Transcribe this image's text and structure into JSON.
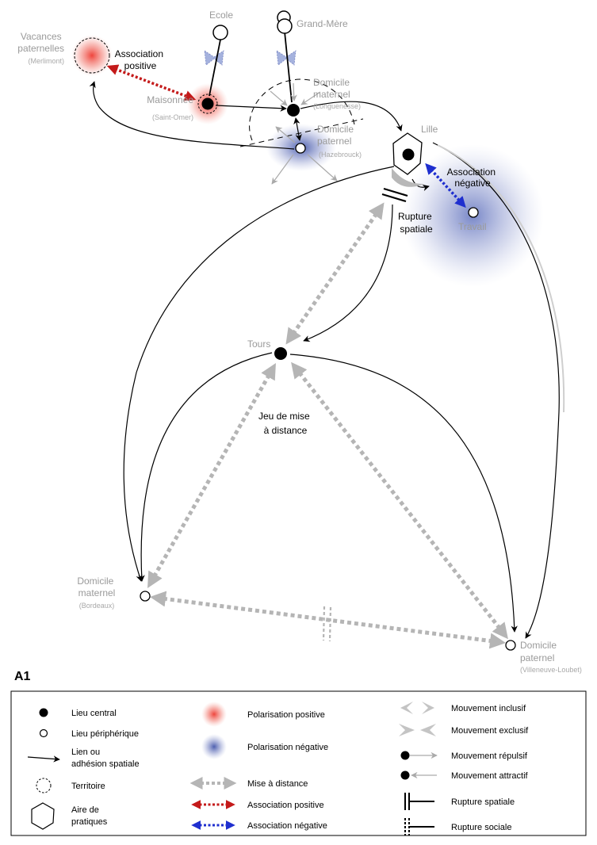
{
  "panel_label": "A1",
  "places": {
    "ecole": "Ecole",
    "grand_mere": "Grand-Mère",
    "vacances": [
      "Vacances",
      "paternelles"
    ],
    "vacances_sub": "(Merlimont)",
    "maisonnee": "Maisonnée",
    "maisonnee_sub": "(Saint-Omer)",
    "dom_mat_nord": [
      "Domicile",
      "maternel"
    ],
    "dom_mat_nord_sub": "(Longuenesse)",
    "dom_pat_nord": [
      "Domicile",
      "paternel"
    ],
    "dom_pat_nord_sub": "(Hazebrouck)",
    "lille": "Lille",
    "travail": "Travail",
    "tours": "Tours",
    "dom_mat_sud": [
      "Domicile",
      "maternel"
    ],
    "dom_mat_sud_sub": "(Bordeaux)",
    "dom_pat_sud": [
      "Domicile",
      "paternel"
    ],
    "dom_pat_sud_sub": "(Villeneuve-Loubet)"
  },
  "annotations": {
    "assoc_pos": [
      "Association",
      "positive"
    ],
    "assoc_neg": [
      "Association",
      "négative"
    ],
    "rupture": [
      "Rupture",
      "spatiale"
    ],
    "jeu": [
      "Jeu de mise",
      "à distance"
    ]
  },
  "legend": {
    "col1": {
      "lieu_central": "Lieu central",
      "lieu_peripherique": "Lieu périphérique",
      "lien": [
        "Lien ou",
        "adhésion spatiale"
      ],
      "territoire": "Territoire",
      "aire": [
        "Aire de",
        "pratiques"
      ]
    },
    "col2": {
      "pol_pos": "Polarisation positive",
      "pol_neg": "Polarisation négative",
      "mise_distance": "Mise à distance",
      "assoc_pos": "Association positive",
      "assoc_neg": "Association négative"
    },
    "col3": {
      "mvt_inclusif": "Mouvement inclusif",
      "mvt_exclusif": "Mouvement exclusif",
      "mvt_repulsif": "Mouvement répulsif",
      "mvt_attractif": "Mouvement attractif",
      "rupture_spatiale": "Rupture spatiale",
      "rupture_sociale": "Rupture sociale"
    }
  },
  "colors": {
    "positive": "#e8433a",
    "negative": "#3b4fa8",
    "assoc_pos": "#c41a1a",
    "assoc_neg": "#1f2fcf",
    "distance": "#b5b5b5"
  }
}
